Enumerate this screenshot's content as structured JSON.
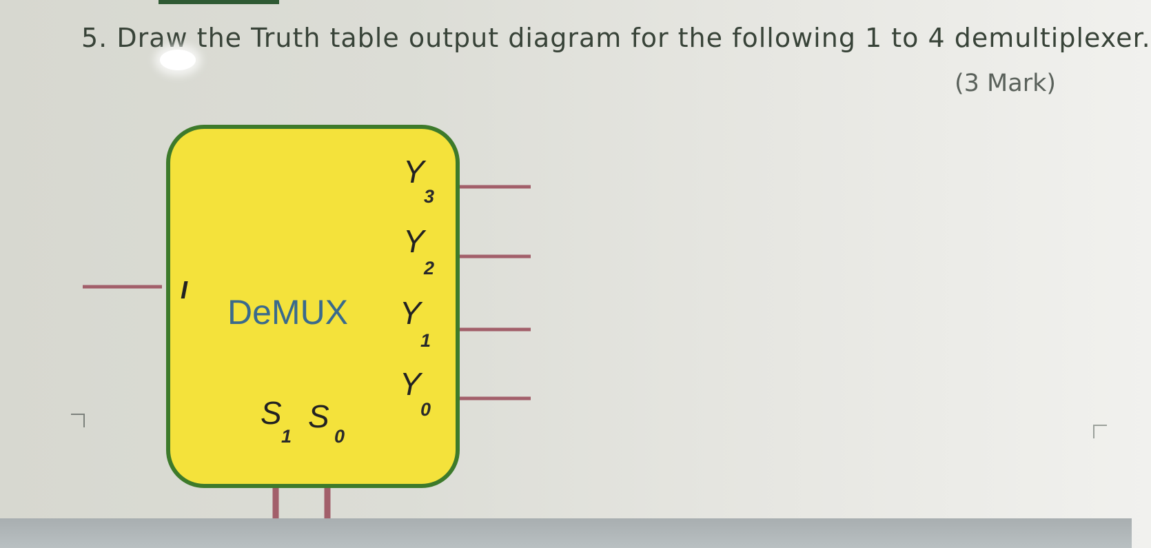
{
  "question": {
    "text": "5. Draw the Truth table output diagram for the following 1 to 4 demultiplexer.",
    "marks": "(3 Mark)"
  },
  "block": {
    "title": "DeMUX",
    "input_label": "I",
    "fill_color": "#f4e23b",
    "border_color": "#3d7a2b",
    "wire_color": "#a25f6a",
    "label_color": "#3a6a8c",
    "outputs": [
      {
        "letter": "Y",
        "index": "3"
      },
      {
        "letter": "Y",
        "index": "2"
      },
      {
        "letter": "Y",
        "index": "1"
      },
      {
        "letter": "Y",
        "index": "0"
      }
    ],
    "selects": [
      {
        "letter": "S",
        "index": "1"
      },
      {
        "letter": "S",
        "index": "0"
      }
    ]
  }
}
